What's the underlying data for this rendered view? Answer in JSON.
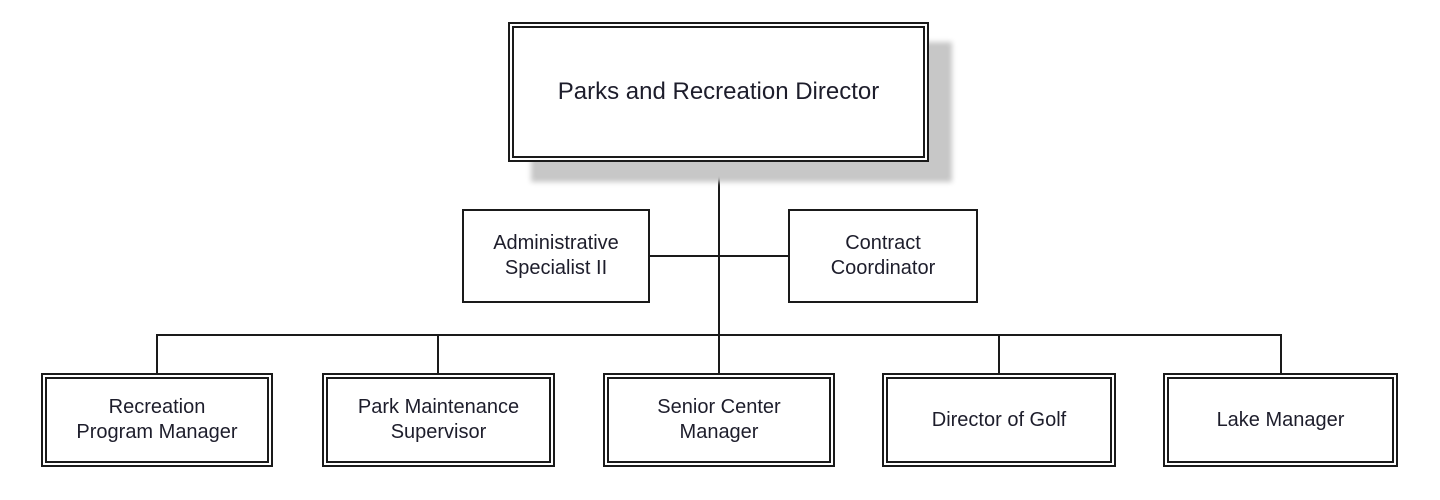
{
  "org_chart": {
    "director": {
      "title": "Parks and Recreation Director"
    },
    "staff_positions": [
      {
        "title": [
          "Administrative",
          "Specialist II"
        ]
      },
      {
        "title": [
          "Contract",
          "Coordinator"
        ]
      }
    ],
    "direct_reports": [
      {
        "title": [
          "Recreation",
          "Program Manager"
        ]
      },
      {
        "title": [
          "Park Maintenance",
          "Supervisor"
        ]
      },
      {
        "title": [
          "Senior Center",
          "Manager"
        ]
      },
      {
        "title": "Director of Golf"
      },
      {
        "title": "Lake Manager"
      }
    ],
    "colors": {
      "background": "#ffffff",
      "box_fill": "#ffffff",
      "border": "#1a1a1a",
      "line": "#1a1a1a",
      "text": "#1d1d2b",
      "director_shadow": "#c7c7c7"
    }
  }
}
